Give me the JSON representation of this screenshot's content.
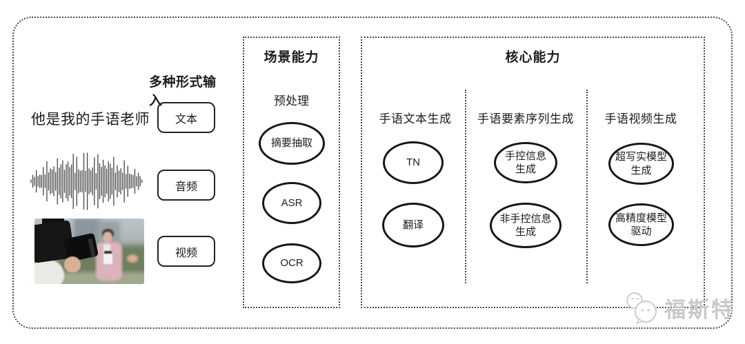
{
  "colors": {
    "ink": "#1c1c1c",
    "dotted_border": "#474747",
    "watermark": "#c9c9c9"
  },
  "input_section": {
    "header": "多种形式输入",
    "sentence": "他是我的手语老师",
    "buttons": [
      {
        "label": "文本"
      },
      {
        "label": "音频"
      },
      {
        "label": "视频"
      }
    ]
  },
  "scene_box": {
    "title": "场景能力",
    "subtitle": "预处理",
    "nodes": [
      {
        "label": "摘要抽取"
      },
      {
        "label": "ASR"
      },
      {
        "label": "OCR"
      }
    ]
  },
  "core_box": {
    "title": "核心能力",
    "columns": [
      {
        "header": "手语文本生成",
        "nodes": [
          {
            "label": "TN"
          },
          {
            "label": "翻译"
          }
        ]
      },
      {
        "header": "手语要素序列生成",
        "nodes": [
          {
            "label": "手控信息\n生成"
          },
          {
            "label": "非手控信息\n生成"
          }
        ]
      },
      {
        "header": "手语视频生成",
        "nodes": [
          {
            "label": "超写实模型\n生成"
          },
          {
            "label": "高精度模型\n驱动"
          }
        ]
      }
    ]
  },
  "watermark": {
    "text": "福斯特"
  }
}
